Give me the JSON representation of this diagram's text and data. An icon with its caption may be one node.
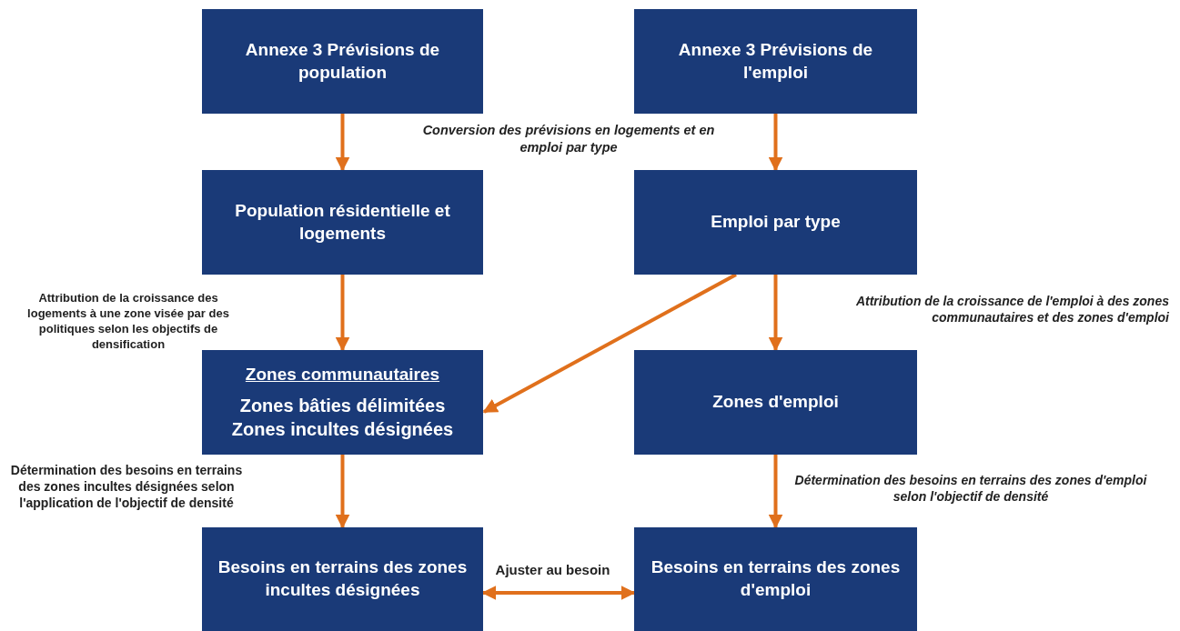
{
  "diagram": {
    "nodes": [
      {
        "text": [
          "Annexe 3 Prévisions de population"
        ]
      },
      {
        "text": [
          "Annexe 3 Prévisions de l'emploi"
        ]
      },
      {
        "text": [
          "Population résidentielle et logements"
        ]
      },
      {
        "text": [
          "Emploi par type"
        ]
      },
      {
        "text": [
          "Zones communautaires",
          "Zones bâties délimitées",
          "Zones incultes désignées"
        ]
      },
      {
        "text": [
          "Zones d'emploi"
        ]
      },
      {
        "text": [
          "Besoins en terrains des zones incultes désignées"
        ]
      },
      {
        "text": [
          "Besoins en terrains des zones d'emploi"
        ]
      }
    ],
    "edges": [
      {
        "from": 0,
        "to": 2,
        "arrow": "to"
      },
      {
        "from": 1,
        "to": 3,
        "arrow": "to"
      },
      {
        "from": 2,
        "to": 4,
        "arrow": "to"
      },
      {
        "from": 3,
        "to": 5,
        "arrow": "to"
      },
      {
        "from": 3,
        "to": 4,
        "arrow": "to"
      },
      {
        "from": 4,
        "to": 6,
        "arrow": "to"
      },
      {
        "from": 5,
        "to": 7,
        "arrow": "to",
        "label": "Détermination des besoins en terrains des zones d'emploi selon l'objectif de densité"
      },
      {
        "from": 6,
        "to": 7,
        "arrow": "both",
        "label": "Ajuster au besoin"
      }
    ],
    "labels": [
      "Conversion des prévisions en logements et en emploi par type",
      "Attribution de la croissance des logements à une zone visée par des politiques selon les objectifs de densification",
      "Attribution de la croissance de l'emploi à des zones communautaires et des zones d'emploi",
      "Détermination des besoins en terrains des zones incultes désignées selon l'application de l'objectif de densité"
    ]
  }
}
